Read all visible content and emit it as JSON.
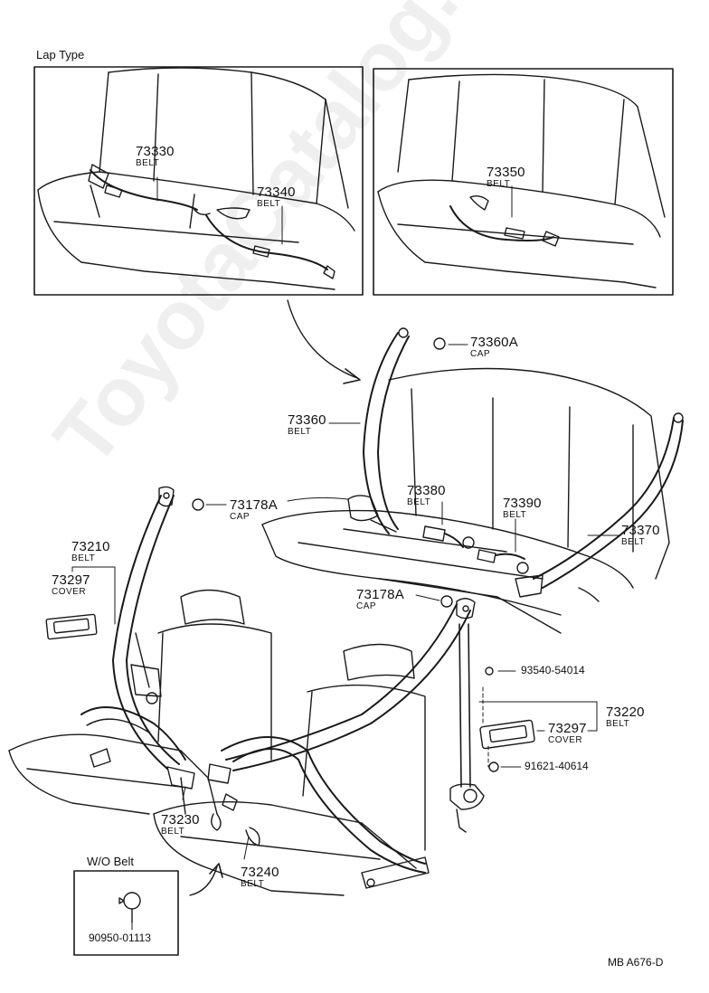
{
  "panels": {
    "lap_type_title": "Lap Type",
    "wo_belt_title": "W/O Belt"
  },
  "parts": {
    "p73330": {
      "number": "73330",
      "name": "BELT"
    },
    "p73340": {
      "number": "73340",
      "name": "BELT"
    },
    "p73350": {
      "number": "73350",
      "name": "BELT"
    },
    "p73360A": {
      "number": "73360A",
      "name": "CAP"
    },
    "p73360": {
      "number": "73360",
      "name": "BELT"
    },
    "p73380": {
      "number": "73380",
      "name": "BELT"
    },
    "p73390": {
      "number": "73390",
      "name": "BELT"
    },
    "p73370": {
      "number": "73370",
      "name": "BELT"
    },
    "p73178A_left": {
      "number": "73178A",
      "name": "CAP"
    },
    "p73178A_center": {
      "number": "73178A",
      "name": "CAP"
    },
    "p73210": {
      "number": "73210",
      "name": "BELT"
    },
    "p73297_left": {
      "number": "73297",
      "name": "COVER"
    },
    "p93540": {
      "number": "93540-54014"
    },
    "p73220": {
      "number": "73220",
      "name": "BELT"
    },
    "p73297_right": {
      "number": "73297",
      "name": "COVER"
    },
    "p91621": {
      "number": "91621-40614"
    },
    "p73230": {
      "number": "73230",
      "name": "BELT"
    },
    "p73240": {
      "number": "73240",
      "name": "BELT"
    },
    "p90950": {
      "number": "90950-01113"
    }
  },
  "diagram_code": "MB A676-D",
  "watermark": "ToyotaCatalog.ru",
  "colors": {
    "line": "#1a1a1a",
    "background": "#ffffff"
  }
}
